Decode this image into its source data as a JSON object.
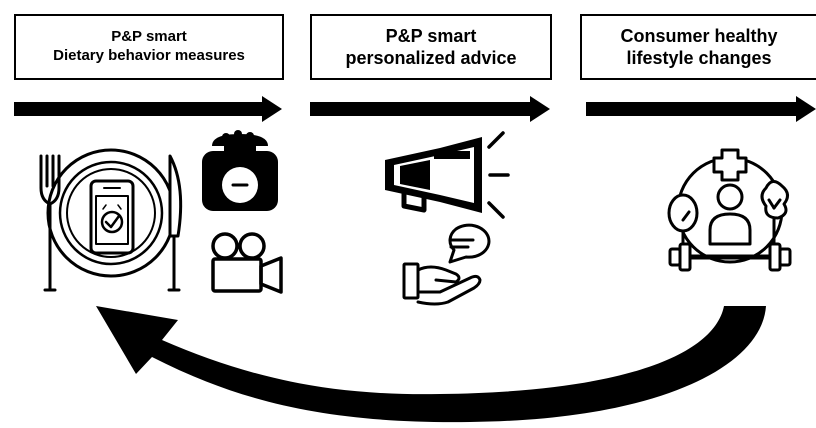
{
  "stages": [
    {
      "line1": "P&P smart",
      "line2": "Dietary behavior measures"
    },
    {
      "line1": "P&P smart",
      "line2": "personalized advice"
    },
    {
      "line1": "Consumer healthy",
      "line2": "lifestyle changes"
    }
  ],
  "icons": {
    "stage1": [
      "plate-fork-knife-icon",
      "smartphone-check-icon",
      "kitchen-scale-icon",
      "video-camera-icon"
    ],
    "stage2": [
      "megaphone-icon",
      "chat-bubble-icon",
      "helping-hand-icon"
    ],
    "stage3": [
      "health-globe-person-icon"
    ]
  },
  "colors": {
    "ink": "#000000",
    "background": "#ffffff"
  }
}
